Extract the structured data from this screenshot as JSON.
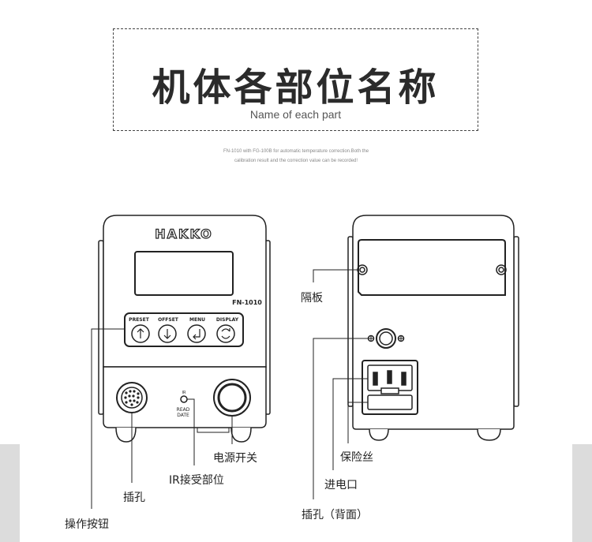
{
  "header": {
    "title": "机体各部位名称",
    "subtitle": "Name of each part"
  },
  "note": {
    "line1": "FN-1010 with FG-100B for automatic temperature correction.Both the",
    "line2": "calibration result and the correction value can be recorded!"
  },
  "front_device": {
    "brand": "HAKKO",
    "model": "FN-1010",
    "buttons": [
      {
        "label": "PRESET",
        "icon": "arrow-up-icon"
      },
      {
        "label": "OFFSET",
        "icon": "arrow-down-icon"
      },
      {
        "label": "MENU",
        "icon": "enter-icon"
      },
      {
        "label": "DISPLAY",
        "icon": "cycle-icon"
      }
    ],
    "ir_mark": "IR",
    "side_text": "READ\nDATE"
  },
  "callouts": {
    "partition": "隔板",
    "power_switch": "电源开关",
    "ir_receiver": "IR接受部位",
    "fuse": "保险丝",
    "socket": "插孔",
    "power_inlet": "进电口",
    "operation_buttons": "操作按钮",
    "socket_back": "插孔（背面）"
  }
}
